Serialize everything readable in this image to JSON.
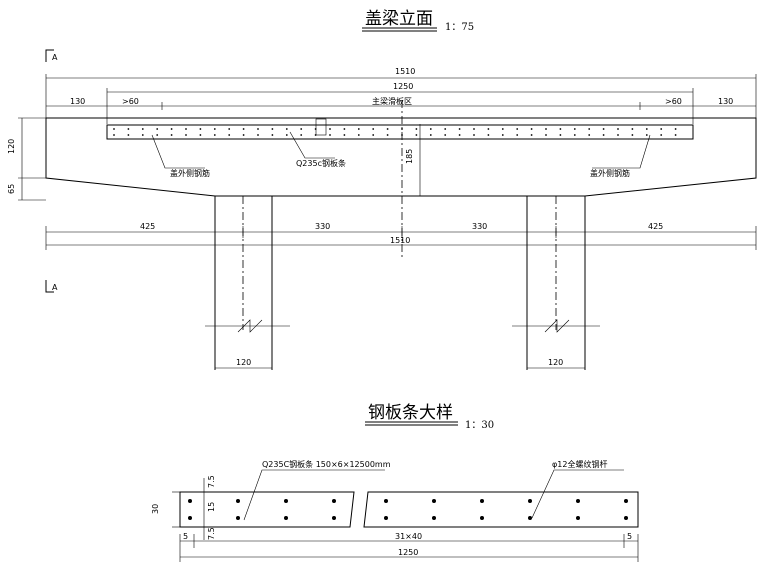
{
  "elevation": {
    "title": "盖梁立面",
    "scale": "1：75",
    "section_mark": "A",
    "dim_total": "1510",
    "dim_inner": "1250",
    "dim_left_end": "130",
    "dim_right_end": "130",
    "dim_gap_left": ">60",
    "dim_gap_right": ">60",
    "zone_label": "主梁滑板区",
    "dim_top_height": "120",
    "dim_slope_height": "65",
    "dim_center_height": "185",
    "label_strip": "Q235c钢板条",
    "label_bar_left": "盖外侧钢筋",
    "label_bar_right": "盖外侧钢筋",
    "dim_seg_1": "425",
    "dim_seg_2": "330",
    "dim_seg_3": "330",
    "dim_seg_4": "425",
    "dim_bottom_total": "1510",
    "dim_pier_left": "120",
    "dim_pier_right": "120"
  },
  "detail": {
    "title": "钢板条大样",
    "scale": "1：30",
    "label_plate": "Q235C钢板条 150×6×12500mm",
    "label_bolt": "φ12全螺纹钢杆",
    "dim_height": "30",
    "dim_v_top": "7.5",
    "dim_v_mid": "15",
    "dim_v_bot": "7.5",
    "dim_left": "5",
    "dim_spacing": "31×40",
    "dim_right": "5",
    "dim_total": "1250"
  }
}
